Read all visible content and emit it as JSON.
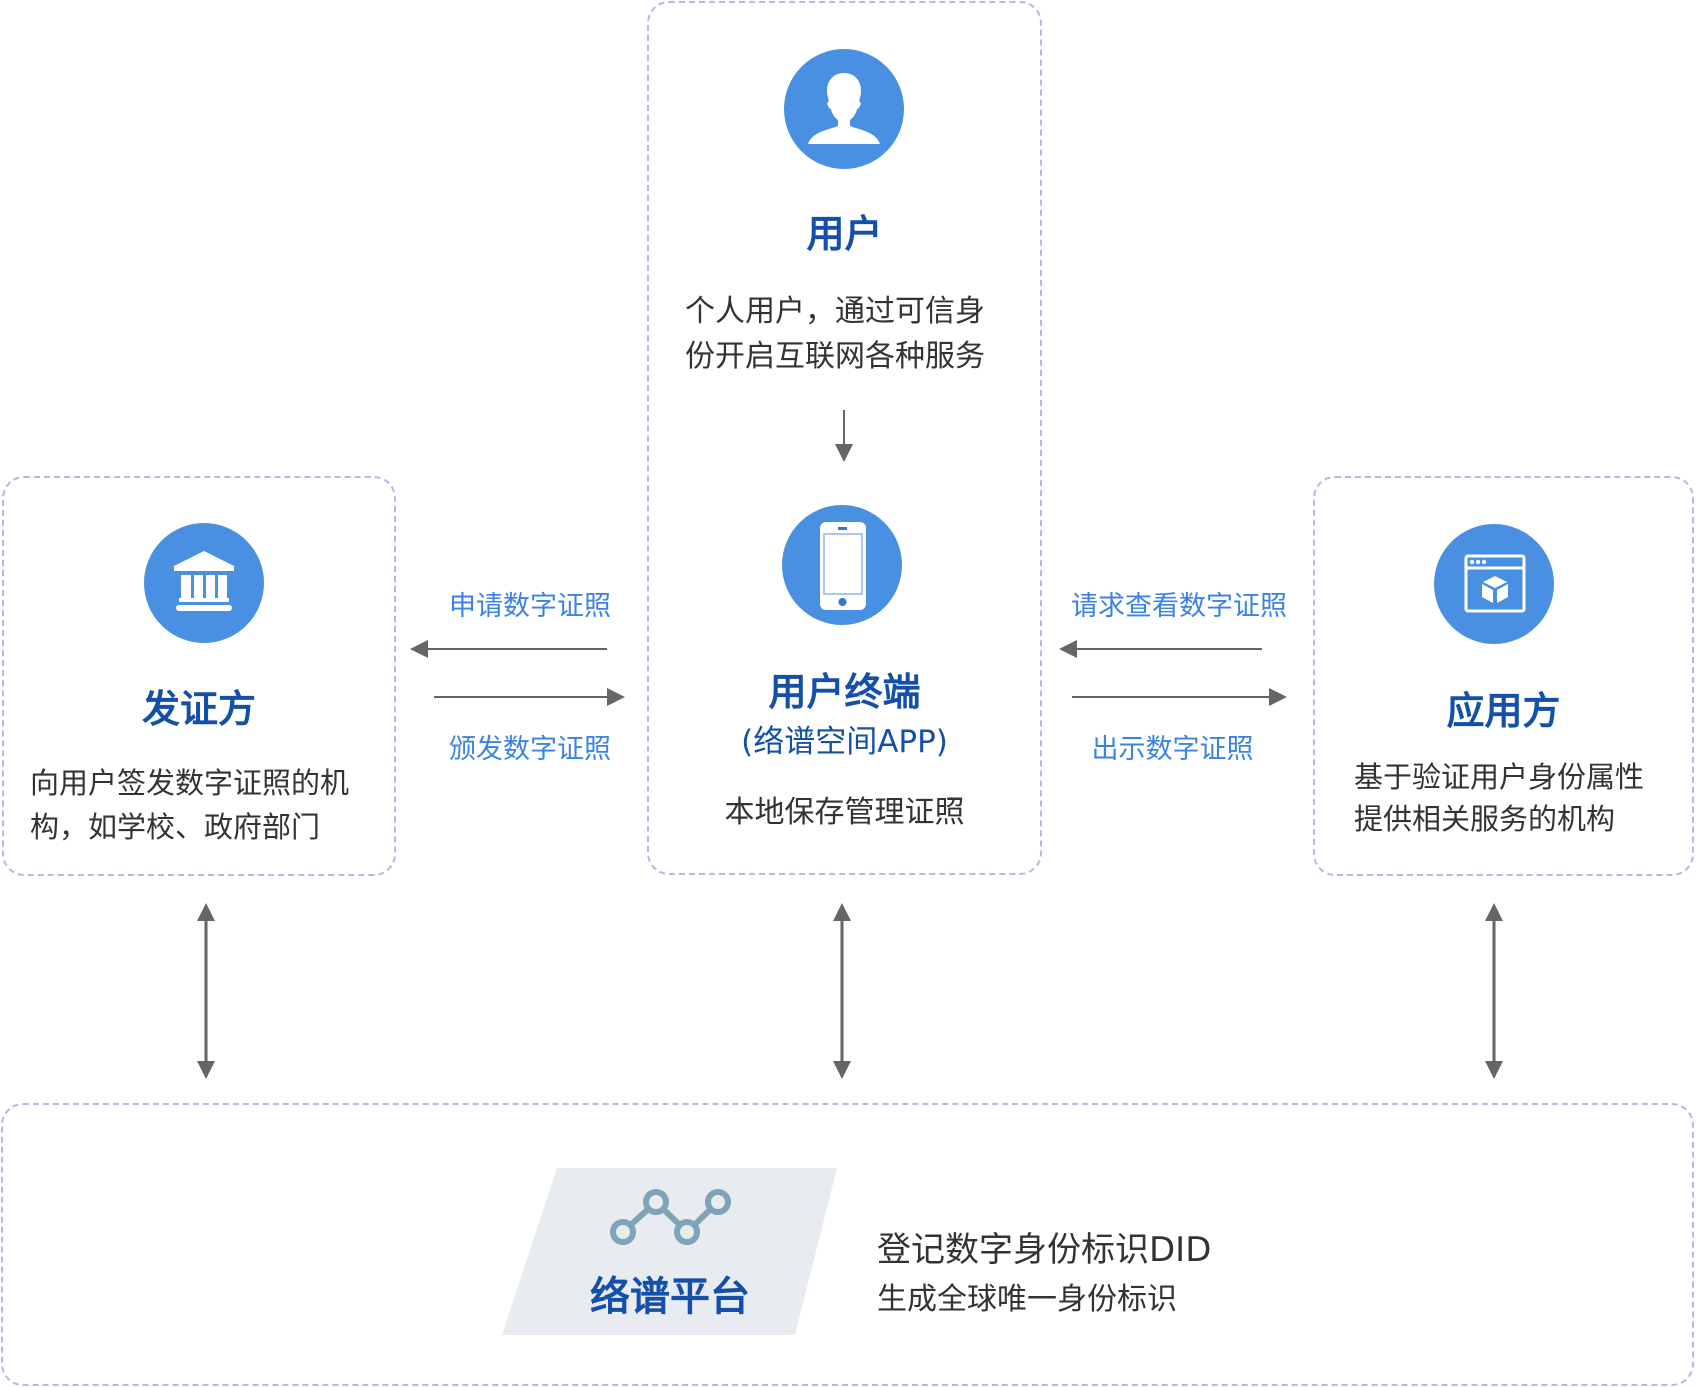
{
  "nodes": {
    "user": {
      "title": "用户",
      "desc_lines": [
        "个人用户，通过可信身",
        "份开启互联网各种服务"
      ],
      "icon": "user-icon"
    },
    "terminal": {
      "title": "用户终端",
      "subtitle": "(络谱空间APP)",
      "desc": "本地保存管理证照",
      "icon": "smartphone-icon"
    },
    "issuer": {
      "title": "发证方",
      "desc_lines": [
        "向用户签发数字证照的机",
        "构，如学校、政府部门"
      ],
      "icon": "bank-building-icon"
    },
    "verifier": {
      "title": "应用方",
      "desc_lines": [
        "基于验证用户身份属性",
        "提供相关服务的机构"
      ],
      "icon": "app-window-cube-icon"
    },
    "platform": {
      "title": "络谱平台",
      "desc_lines": [
        "登记数字身份标识DID",
        "生成全球唯一身份标识"
      ],
      "icon": "network-nodes-icon"
    }
  },
  "flows": {
    "apply": "申请数字证照",
    "issue": "颁发数字证照",
    "request_view": "请求查看数字证照",
    "present": "出示数字证照"
  },
  "colors": {
    "icon_circle": "#4a90e2",
    "title_blue": "#1550a8",
    "flow_label_blue": "#3b82e6",
    "text_dark": "#333333",
    "arrow_gray": "#666666",
    "dashed_border": "#b5b8ea",
    "platform_bg": "#e8ebf0",
    "platform_icon": "#7fa3b9"
  }
}
